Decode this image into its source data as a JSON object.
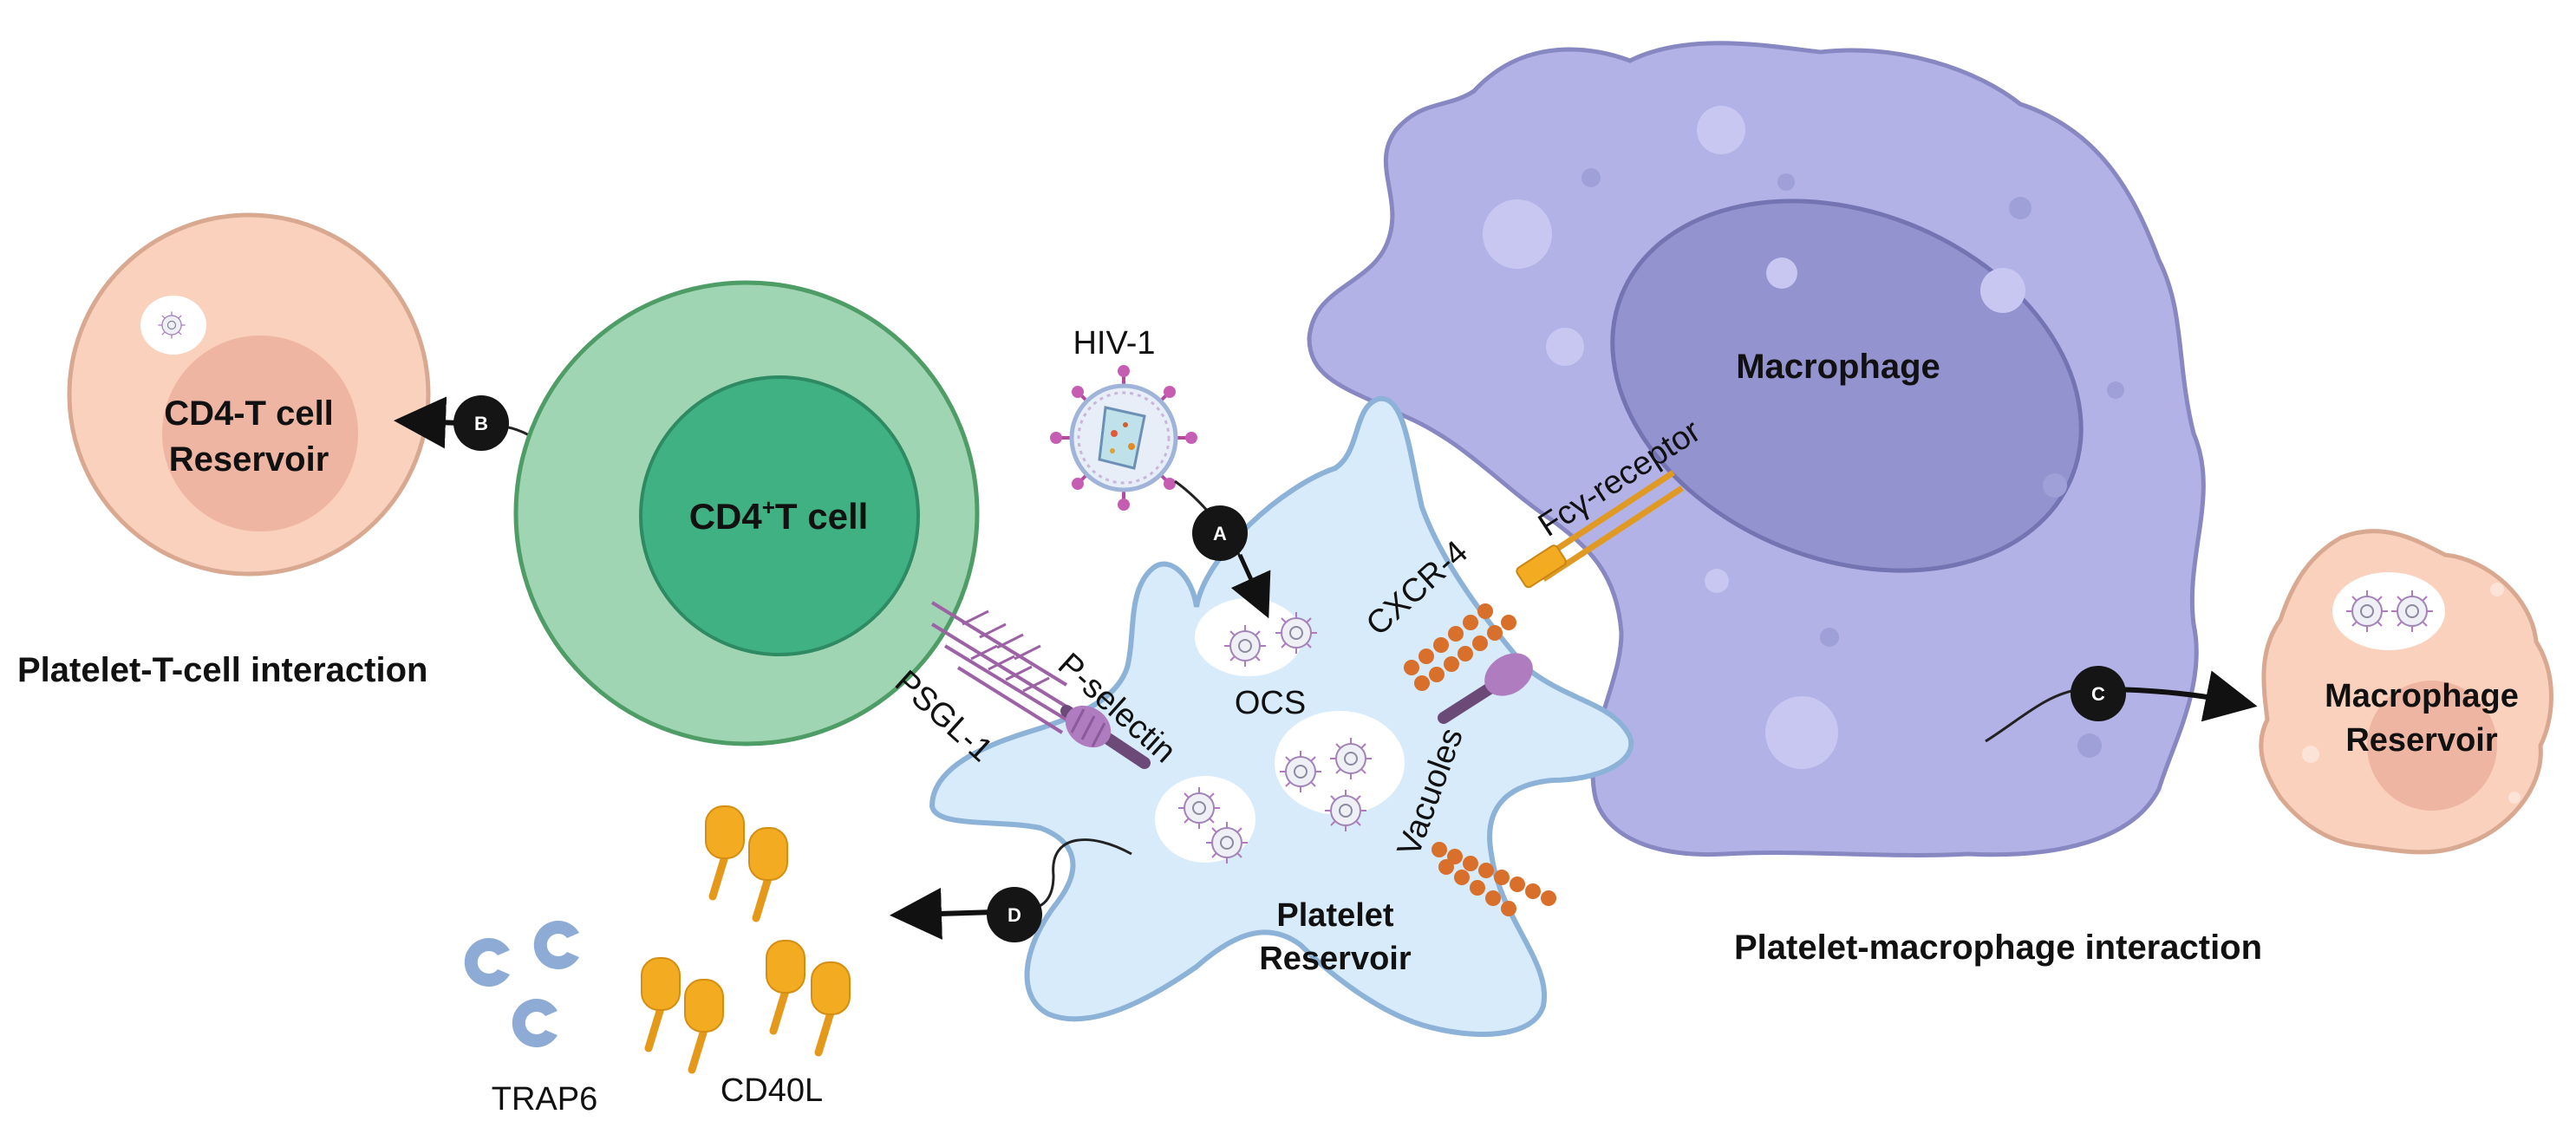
{
  "cells": {
    "cd4_reservoir": {
      "line1": "CD4-T cell",
      "line2": "Reservoir"
    },
    "cd4_tcell": {
      "label": "CD4",
      "sup": "+",
      "label_rest": "T cell"
    },
    "macrophage": {
      "label": "Macrophage"
    },
    "macrophage_reservoir": {
      "line1": "Macrophage",
      "line2": "Reservoir"
    },
    "platelet": {
      "line1": "Platelet",
      "line2": "Reservoir"
    }
  },
  "labels": {
    "hiv": "HIV-1",
    "ocs": "OCS",
    "vacuoles": "Vacuoles",
    "p_selectin": "P-selectin",
    "psgl1": "PSGL-1",
    "cxcr4": "CXCR-4",
    "fc_receptor": "Fcγ-receptor",
    "trap6": "TRAP6",
    "cd40l": "CD40L"
  },
  "interactions": {
    "t_cell": "Platelet-T-cell interaction",
    "macrophage": "Platelet-macrophage interaction"
  },
  "steps": {
    "a": "A",
    "b": "B",
    "c": "C",
    "d": "D"
  },
  "colors": {
    "tcell_outer": "#9fd5b3",
    "tcell_inner": "#3fb183",
    "reservoir_cell": "#f9d1bd",
    "macrophage": "#b2b2e6",
    "macrophage_nucleus": "#9393cf",
    "platelet": "#d8ebfa",
    "receptor_purple": "#9d62a6",
    "cxcr4_orange": "#d86f2b",
    "fc_receptor_orange": "#e09a24",
    "cd40l_yellow": "#f3ab22",
    "trap6_blue": "#8eabd6"
  }
}
